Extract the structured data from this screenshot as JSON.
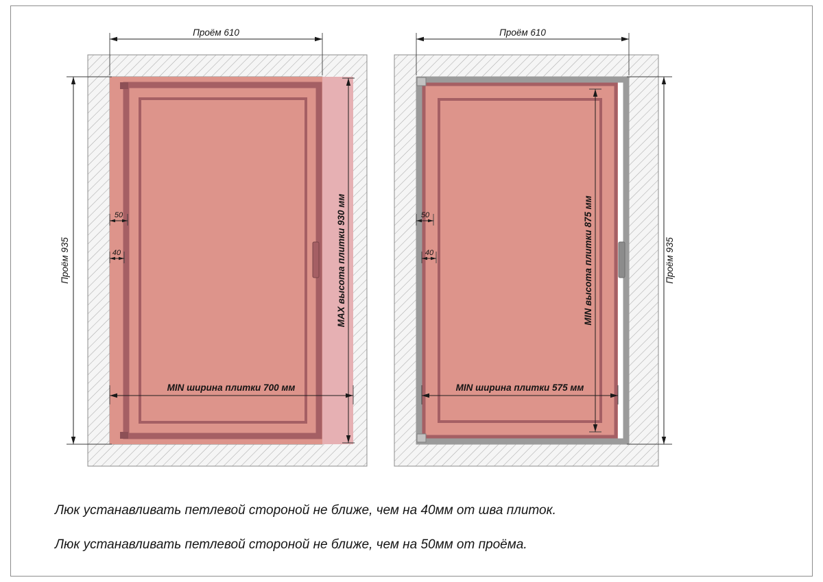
{
  "page": {
    "notes": {
      "line1": "Люк устанавливать петлевой стороной не ближе, чем на 40мм от шва плиток.",
      "line2": "Люк устанавливать петлевой стороной не ближе, чем на 50мм от проёма."
    }
  },
  "left": {
    "opening_width_label": "Проём 610",
    "opening_height_label": "Проём 935",
    "tile_height_label": "MAX высота плитки 930 мм",
    "tile_width_label": "MIN ширина плитки 700 мм",
    "hinge_offset_opening": "50",
    "hinge_offset_seam": "40"
  },
  "right": {
    "opening_width_label": "Проём 610",
    "opening_height_label": "Проём 935",
    "tile_height_label": "MIN высота плитки 875 мм",
    "tile_width_label": "MIN ширина плитки 575 мм",
    "hinge_offset_opening": "50",
    "hinge_offset_seam": "40"
  },
  "colors": {
    "tile": "#dd948b",
    "tile_overlap": "#e6b0b3",
    "frame": "#a55f64",
    "frame_dark": "#8d5056",
    "gray_frame": "#9b9b9b",
    "hinge_gray": "#c2c2c2"
  }
}
